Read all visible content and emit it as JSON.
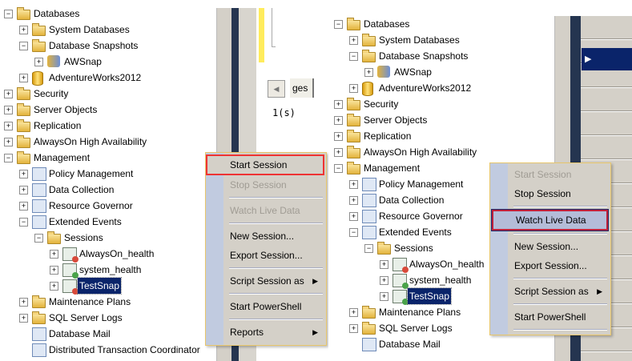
{
  "left": {
    "tree": [
      {
        "label": "Databases",
        "level": 0,
        "exp": "-",
        "icon": "folder"
      },
      {
        "label": "System Databases",
        "level": 1,
        "exp": "+",
        "icon": "folder"
      },
      {
        "label": "Database Snapshots",
        "level": 1,
        "exp": "-",
        "icon": "folder"
      },
      {
        "label": "AWSnap",
        "level": 2,
        "exp": "+",
        "icon": "snap"
      },
      {
        "label": "AdventureWorks2012",
        "level": 1,
        "exp": "+",
        "icon": "db"
      },
      {
        "label": "Security",
        "level": 0,
        "exp": "+",
        "icon": "folder"
      },
      {
        "label": "Server Objects",
        "level": 0,
        "exp": "+",
        "icon": "folder"
      },
      {
        "label": "Replication",
        "level": 0,
        "exp": "+",
        "icon": "folder"
      },
      {
        "label": "AlwaysOn High Availability",
        "level": 0,
        "exp": "+",
        "icon": "folder"
      },
      {
        "label": "Management",
        "level": 0,
        "exp": "-",
        "icon": "folder"
      },
      {
        "label": "Policy Management",
        "level": 1,
        "exp": "+",
        "icon": "gen"
      },
      {
        "label": "Data Collection",
        "level": 1,
        "exp": "+",
        "icon": "gen"
      },
      {
        "label": "Resource Governor",
        "level": 1,
        "exp": "+",
        "icon": "gen"
      },
      {
        "label": "Extended Events",
        "level": 1,
        "exp": "-",
        "icon": "gen"
      },
      {
        "label": "Sessions",
        "level": 2,
        "exp": "-",
        "icon": "folder"
      },
      {
        "label": "AlwaysOn_health",
        "level": 3,
        "exp": "+",
        "icon": "sess"
      },
      {
        "label": "system_health",
        "level": 3,
        "exp": "+",
        "icon": "sess play"
      },
      {
        "label": "TestSnap",
        "level": 3,
        "exp": "+",
        "icon": "sess",
        "selected": true
      },
      {
        "label": "Maintenance Plans",
        "level": 1,
        "exp": "+",
        "icon": "folder"
      },
      {
        "label": "SQL Server Logs",
        "level": 1,
        "exp": "+",
        "icon": "folder"
      },
      {
        "label": "Database Mail",
        "level": 1,
        "exp": "",
        "icon": "gen"
      },
      {
        "label": "Distributed Transaction Coordinator",
        "level": 1,
        "exp": "",
        "icon": "gen"
      }
    ],
    "bg_tab_label": "ges",
    "bg_status_text": "1(s)",
    "menu": [
      {
        "label": "Start Session",
        "state": "highlight"
      },
      {
        "label": "Stop Session",
        "state": "disabled"
      },
      {
        "sep": true
      },
      {
        "label": "Watch Live Data",
        "state": "disabled"
      },
      {
        "sep": true
      },
      {
        "label": "New Session...",
        "state": ""
      },
      {
        "label": "Export Session...",
        "state": ""
      },
      {
        "sep": true
      },
      {
        "label": "Script Session as",
        "state": "",
        "submenu": true
      },
      {
        "sep": true
      },
      {
        "label": "Start PowerShell",
        "state": ""
      },
      {
        "sep": true
      },
      {
        "label": "Reports",
        "state": "",
        "submenu": true
      }
    ]
  },
  "right": {
    "tree": [
      {
        "label": "Databases",
        "level": 0,
        "exp": "-",
        "icon": "folder"
      },
      {
        "label": "System Databases",
        "level": 1,
        "exp": "+",
        "icon": "folder"
      },
      {
        "label": "Database Snapshots",
        "level": 1,
        "exp": "-",
        "icon": "folder"
      },
      {
        "label": "AWSnap",
        "level": 2,
        "exp": "+",
        "icon": "snap"
      },
      {
        "label": "AdventureWorks2012",
        "level": 1,
        "exp": "+",
        "icon": "db"
      },
      {
        "label": "Security",
        "level": 0,
        "exp": "+",
        "icon": "folder"
      },
      {
        "label": "Server Objects",
        "level": 0,
        "exp": "+",
        "icon": "folder"
      },
      {
        "label": "Replication",
        "level": 0,
        "exp": "+",
        "icon": "folder"
      },
      {
        "label": "AlwaysOn High Availability",
        "level": 0,
        "exp": "+",
        "icon": "folder"
      },
      {
        "label": "Management",
        "level": 0,
        "exp": "-",
        "icon": "folder"
      },
      {
        "label": "Policy Management",
        "level": 1,
        "exp": "+",
        "icon": "gen"
      },
      {
        "label": "Data Collection",
        "level": 1,
        "exp": "+",
        "icon": "gen"
      },
      {
        "label": "Resource Governor",
        "level": 1,
        "exp": "+",
        "icon": "gen"
      },
      {
        "label": "Extended Events",
        "level": 1,
        "exp": "-",
        "icon": "gen"
      },
      {
        "label": "Sessions",
        "level": 2,
        "exp": "-",
        "icon": "folder"
      },
      {
        "label": "AlwaysOn_health",
        "level": 3,
        "exp": "+",
        "icon": "sess"
      },
      {
        "label": "system_health",
        "level": 3,
        "exp": "+",
        "icon": "sess play"
      },
      {
        "label": "TestSnap",
        "level": 3,
        "exp": "+",
        "icon": "sess play",
        "selected": true
      },
      {
        "label": "Maintenance Plans",
        "level": 1,
        "exp": "+",
        "icon": "folder"
      },
      {
        "label": "SQL Server Logs",
        "level": 1,
        "exp": "+",
        "icon": "folder"
      },
      {
        "label": "Database Mail",
        "level": 1,
        "exp": "",
        "icon": "gen"
      }
    ],
    "menu": [
      {
        "label": "Start Session",
        "state": "disabled"
      },
      {
        "label": "Stop Session",
        "state": ""
      },
      {
        "sep": true
      },
      {
        "label": "Watch Live Data",
        "state": "highlight2"
      },
      {
        "sep": true
      },
      {
        "label": "New Session...",
        "state": ""
      },
      {
        "label": "Export Session...",
        "state": ""
      },
      {
        "sep": true
      },
      {
        "label": "Script Session as",
        "state": "",
        "submenu": true
      },
      {
        "sep": true
      },
      {
        "label": "Start PowerShell",
        "state": ""
      },
      {
        "sep": true
      }
    ]
  }
}
